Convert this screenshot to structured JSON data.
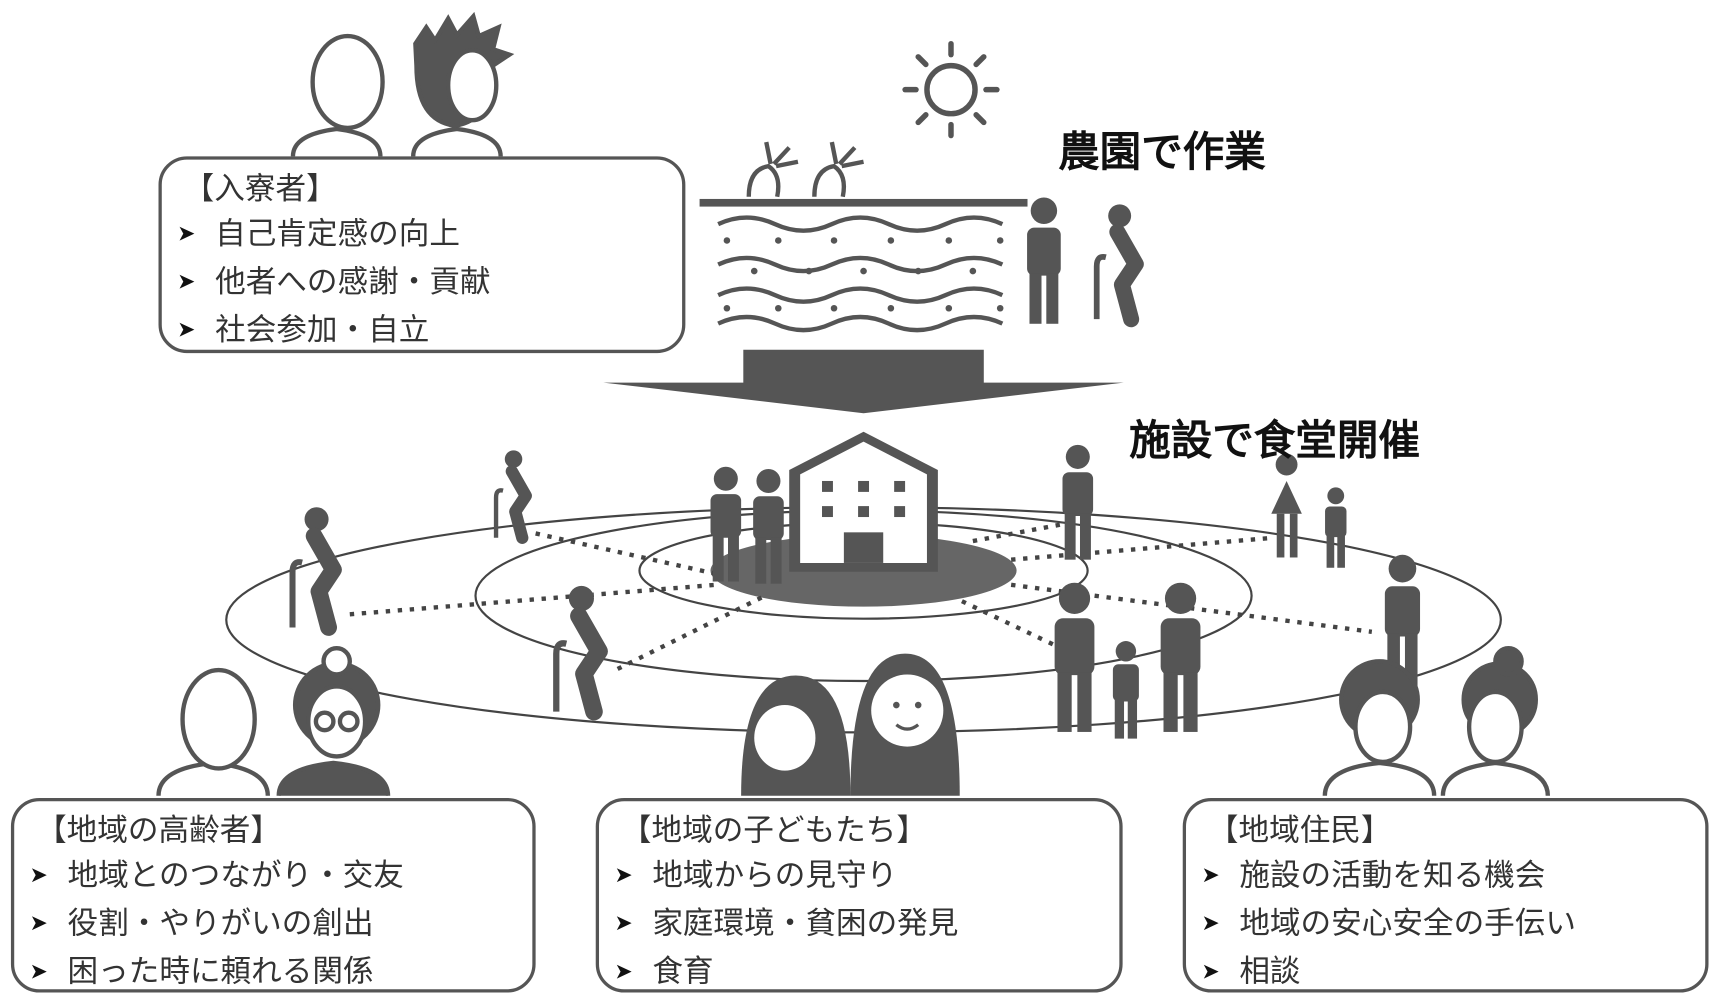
{
  "headings": {
    "farm": "農園で作業",
    "cafeteria": "施設で食堂開催"
  },
  "boxes": {
    "residents": {
      "title": "【入寮者】",
      "items": [
        "自己肯定感の向上",
        "他者への感謝・貢献",
        "社会参加・自立"
      ]
    },
    "elderly": {
      "title": "【地域の高齢者】",
      "items": [
        "地域とのつながり・交友",
        "役割・やりがいの創出",
        "困った時に頼れる関係"
      ]
    },
    "children": {
      "title": "【地域の子どもたち】",
      "items": [
        "地域からの見守り",
        "家庭環境・貧困の発見",
        "食育"
      ]
    },
    "residents_local": {
      "title": "【地域住民】",
      "items": [
        "施設の活動を知る機会",
        "地域の安心安全の手伝い",
        "相談"
      ]
    }
  },
  "colors": {
    "icon": "#555555",
    "border": "#555555",
    "center": "#666666"
  }
}
